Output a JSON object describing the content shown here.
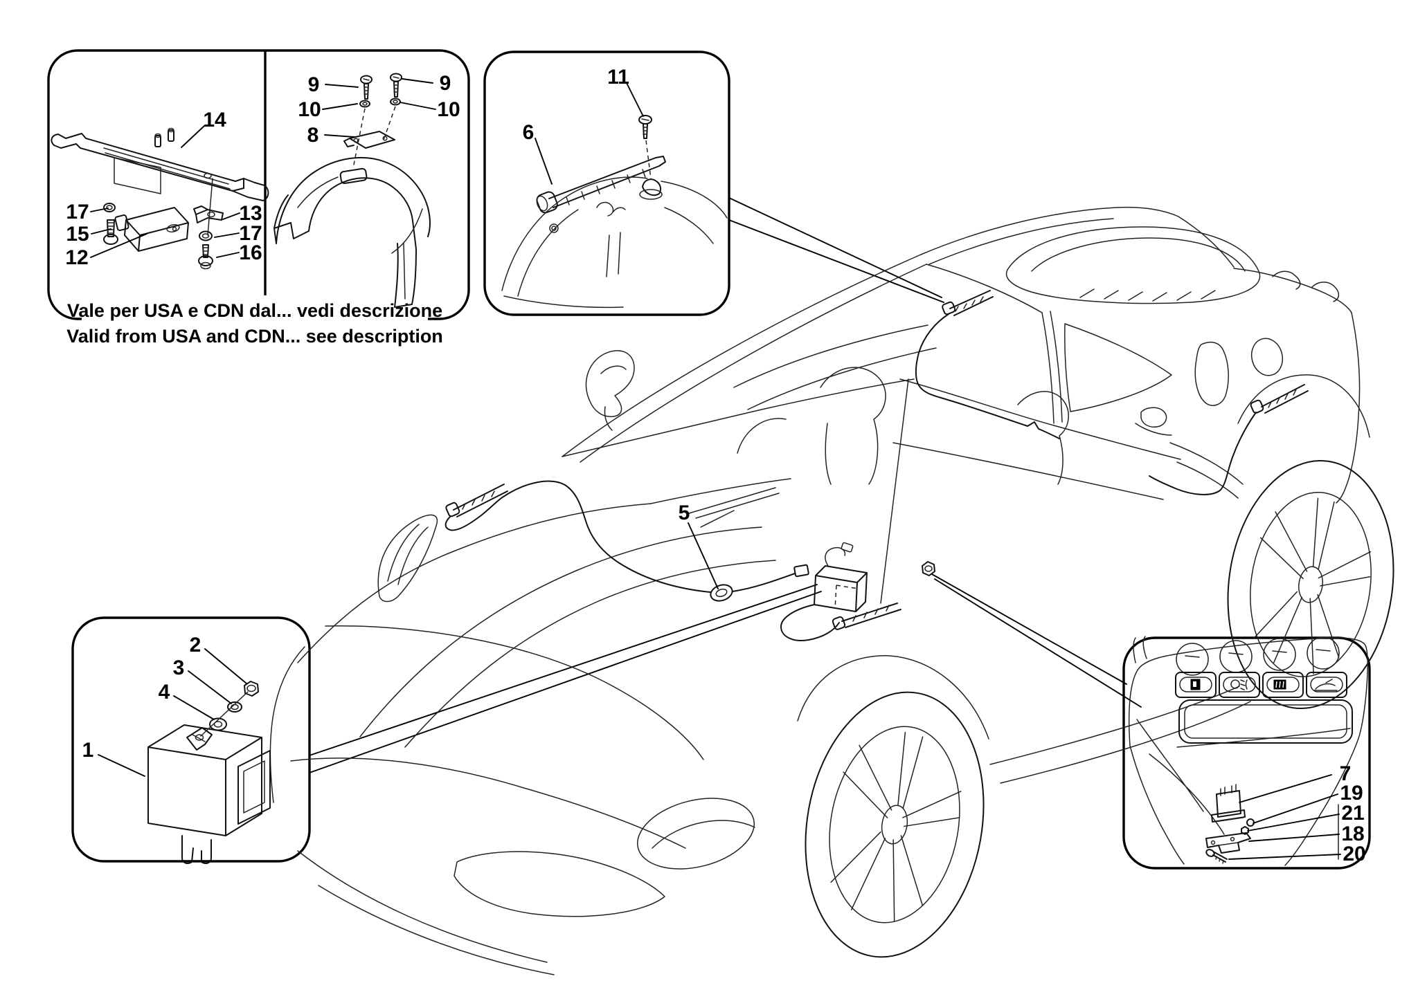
{
  "captions": {
    "line1": "Vale per USA e CDN dal... vedi descrizione",
    "line2": "Valid from USA and CDN... see description"
  },
  "part_labels": {
    "bracket_panel": {
      "n14": "14",
      "n17a": "17",
      "n15": "15",
      "n12": "12",
      "n13": "13",
      "n17b": "17",
      "n16": "16"
    },
    "arch_panel": {
      "n9a": "9",
      "n9b": "9",
      "n10a": "10",
      "n10b": "10",
      "n8": "8"
    },
    "antenna_panel": {
      "n11": "11",
      "n6": "6"
    },
    "ecu_panel": {
      "n1": "1",
      "n2": "2",
      "n3": "3",
      "n4": "4"
    },
    "dash_panel": {
      "n7": "7",
      "n19": "19",
      "n21": "21",
      "n18": "18",
      "n20": "20"
    },
    "car": {
      "n5": "5"
    }
  },
  "icons": {
    "dash_button_1": "fuel-pump-icon",
    "dash_button_2": "fog-light-icon",
    "dash_button_3": "rear-defrost-icon",
    "dash_button_4": "trunk-release-icon"
  },
  "colors": {
    "line": "#111111",
    "background": "#ffffff"
  }
}
